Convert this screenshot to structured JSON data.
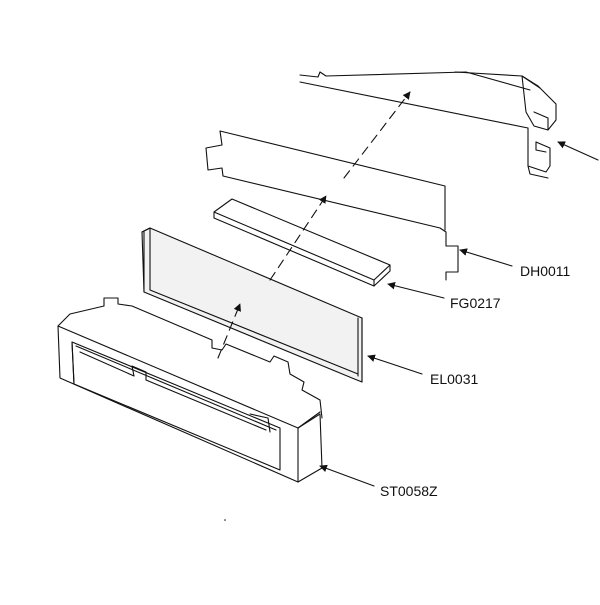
{
  "labels": {
    "dh": "DH0011",
    "fg": "FG0217",
    "el": "EL0031",
    "st": "ST0058Z"
  },
  "colors": {
    "ink": "#111111",
    "paper": "#ffffff",
    "panel": "#f2f2f2"
  }
}
